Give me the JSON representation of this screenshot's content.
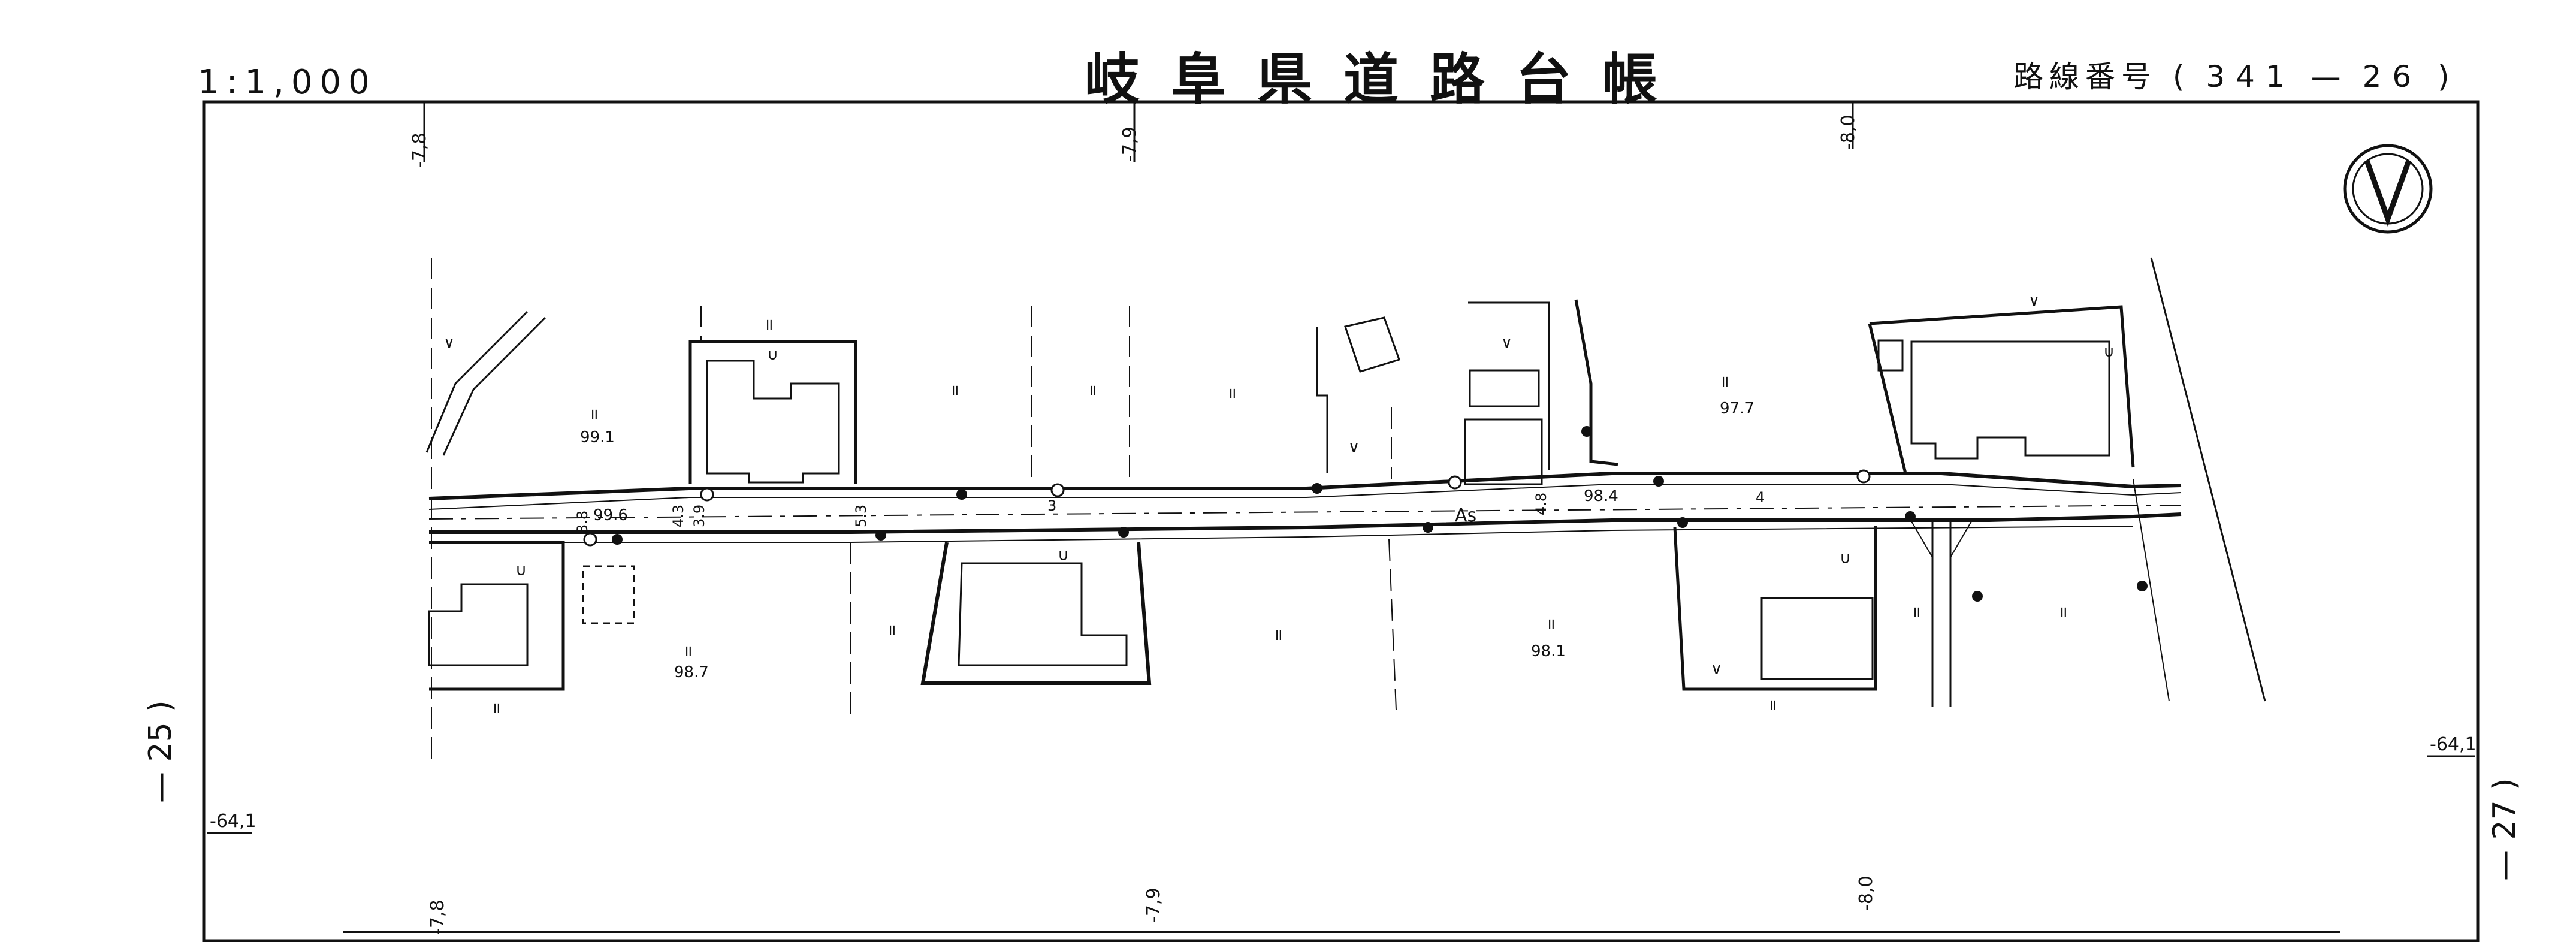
{
  "header": {
    "scale": "1:1,000",
    "title": "岐阜県道路台帳",
    "route_label": "路線番号",
    "route_paren_open": "(",
    "route_number_a": "341",
    "route_dash": "—",
    "route_number_b": "26",
    "route_paren_close": ")"
  },
  "sheet_refs": {
    "left_paren": ")",
    "left_number": "25",
    "left_dash": "—",
    "right_paren": ")",
    "right_number": "27",
    "right_dash": "—"
  },
  "grid_labels": {
    "top": [
      "-7,8",
      "-7,9",
      "-8,0"
    ],
    "bottom": [
      "-7,8",
      "-7,9",
      "-8,0"
    ],
    "left_y": "-64,1",
    "right_y": "-64,1"
  },
  "elevations": {
    "e1": "99.1",
    "e2": "99.6",
    "e3": "98.7",
    "e4": "98.4",
    "e5": "98.1",
    "e6": "97.7"
  },
  "road_labels": {
    "surface": "As",
    "w1": "3",
    "w2": "4",
    "w3": "4.3",
    "w4": "3.9",
    "w5": "5.3",
    "w6": "4.8",
    "w7": "3.8"
  },
  "land_marks": {
    "paddy": "॥",
    "field": "∨",
    "dry": "∪"
  },
  "icons": {
    "north": "north-arrow-icon",
    "fire_hydrant": "hydrant-icon"
  }
}
